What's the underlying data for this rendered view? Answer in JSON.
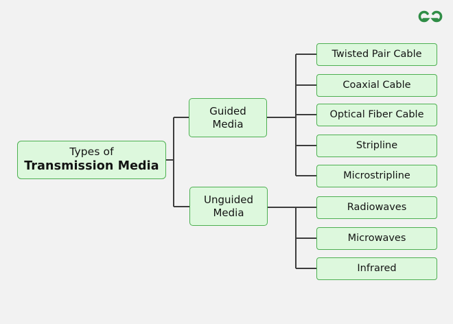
{
  "page": {
    "title": "Types of Transmission Media",
    "background_color": "#f2f2f2",
    "node_fill_color": "#ddf8dd",
    "node_border_color": "#4caf50",
    "connector_color": "#3c3c3c",
    "text_color": "#131313",
    "brand_color": "#2f8d46"
  },
  "brand": {
    "logo_name": "geeksforgeeks-logo",
    "logo_alt": "GeeksforGeeks"
  },
  "diagram": {
    "type": "tree",
    "root": {
      "line1": "Types of",
      "line2": "Transmission Media"
    },
    "branches": [
      {
        "id": "guided",
        "line1": "Guided",
        "line2": "Media",
        "children": [
          {
            "label": "Twisted Pair Cable"
          },
          {
            "label": "Coaxial Cable"
          },
          {
            "label": "Optical Fiber Cable"
          },
          {
            "label": "Stripline"
          },
          {
            "label": "Microstripline"
          }
        ]
      },
      {
        "id": "unguided",
        "line1": "Unguided",
        "line2": "Media",
        "children": [
          {
            "label": "Radiowaves"
          },
          {
            "label": "Microwaves"
          },
          {
            "label": "Infrared"
          }
        ]
      }
    ]
  }
}
